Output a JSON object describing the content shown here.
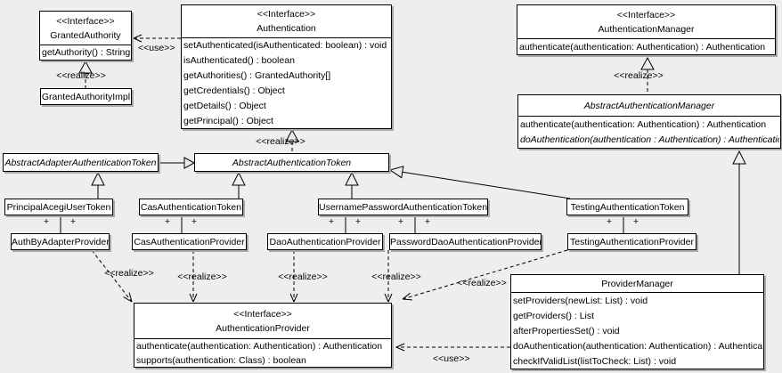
{
  "labels": {
    "interface": "<<Interface>>",
    "use": "<<use>>",
    "realize": "<<realize>>",
    "plus": "+"
  },
  "colors": {
    "background": "#eeeeee",
    "box_fill": "#ffffff",
    "line": "#000000",
    "shadow": "#a9a9a9"
  },
  "classes": {
    "grantedAuthority": {
      "stereotype": "<<Interface>>",
      "name": "GrantedAuthority",
      "methods": [
        "getAuthority() : String"
      ]
    },
    "grantedAuthorityImpl": {
      "name": "GrantedAuthorityImpl"
    },
    "authentication": {
      "stereotype": "<<Interface>>",
      "name": "Authentication",
      "methods": [
        "setAuthenticated(isAuthenticated: boolean) : void",
        "isAuthenticated() : boolean",
        "getAuthorities() : GrantedAuthority[]",
        "getCredentials() : Object",
        "getDetails() : Object",
        "getPrincipal() : Object"
      ]
    },
    "authenticationManager": {
      "stereotype": "<<Interface>>",
      "name": "AuthenticationManager",
      "methods": [
        "authenticate(authentication: Authentication) : Authentication"
      ]
    },
    "abstractAuthenticationManager": {
      "name": "AbstractAuthenticationManager",
      "methods": [
        "authenticate(authentication: Authentication) : Authentication",
        "doAuthentication(authentication : Authentication) : Authentication"
      ]
    },
    "abstractAdapterAuthenticationToken": {
      "name": "AbstractAdapterAuthenticationToken"
    },
    "abstractAuthenticationToken": {
      "name": "AbstractAuthenticationToken"
    },
    "principalAcegiUserToken": {
      "name": "PrincipalAcegiUserToken"
    },
    "casAuthenticationToken": {
      "name": "CasAuthenticationToken"
    },
    "usernamePasswordAuthenticationToken": {
      "name": "UsernamePasswordAuthenticationToken"
    },
    "testingAuthenticationToken": {
      "name": "TestingAuthenticationToken"
    },
    "authByAdapterProvider": {
      "name": "AuthByAdapterProvider"
    },
    "casAuthenticationProvider": {
      "name": "CasAuthenticationProvider"
    },
    "daoAuthenticationProvider": {
      "name": "DaoAuthenticationProvider"
    },
    "passwordDaoAuthenticationProvider": {
      "name": "PasswordDaoAuthenticationProvider"
    },
    "testingAuthenticationProvider": {
      "name": "TestingAuthenticationProvider"
    },
    "authenticationProvider": {
      "stereotype": "<<Interface>>",
      "name": "AuthenticationProvider",
      "methods": [
        "authenticate(authentication: Authentication) : Authentication",
        "supports(authentication: Class) : boolean"
      ]
    },
    "providerManager": {
      "name": "ProviderManager",
      "methods": [
        "setProviders(newList: List) : void",
        "getProviders() : List",
        "afterPropertiesSet() : void",
        "doAuthentication(authentication: Authentication) : Authentication",
        "checkIfValidList(listToCheck: List) : void"
      ]
    }
  }
}
